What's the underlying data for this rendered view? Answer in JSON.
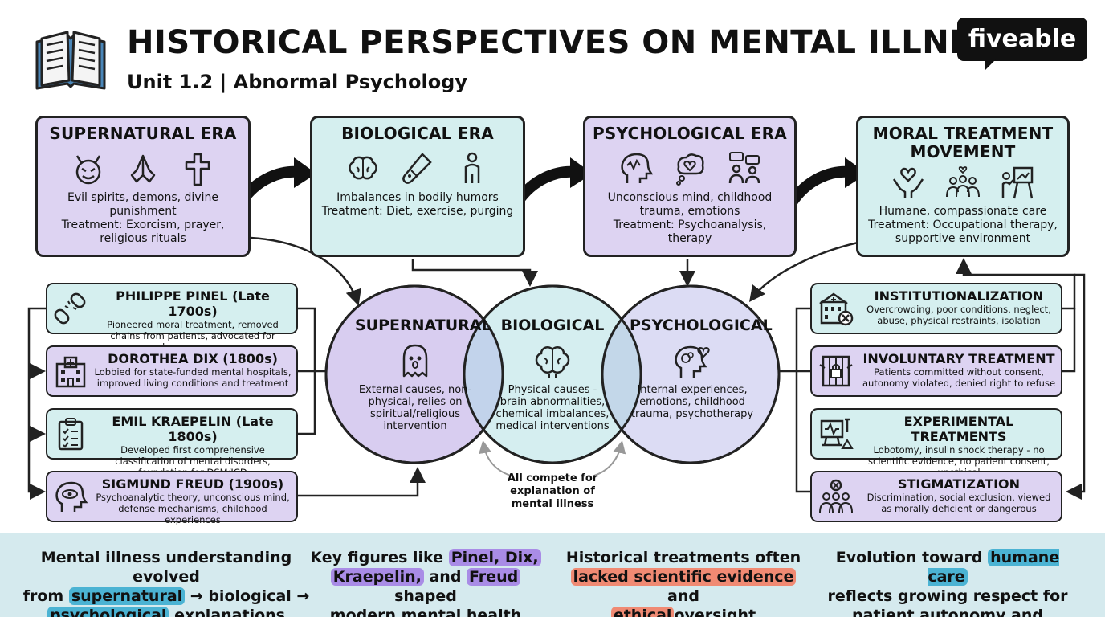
{
  "header": {
    "title": "HISTORICAL PERSPECTIVES ON MENTAL ILLNESS",
    "subtitle": "Unit 1.2 | Abnormal Psychology",
    "logo": "fiveable"
  },
  "eras": [
    {
      "title": "SUPERNATURAL ERA",
      "text": "Evil spirits, demons, divine punishment",
      "treatment": "Treatment: Exorcism, prayer, religious rituals",
      "icons": [
        "devil-icon",
        "praying-hands-icon",
        "cross-icon"
      ]
    },
    {
      "title": "BIOLOGICAL ERA",
      "text": "Imbalances in bodily humors",
      "treatment": "Treatment: Diet, exercise, purging",
      "icons": [
        "brain-icon",
        "test-tube-icon",
        "person-icon"
      ]
    },
    {
      "title": "PSYCHOLOGICAL ERA",
      "text": "Unconscious mind, childhood trauma, emotions",
      "treatment": "Treatment: Psychoanalysis, therapy",
      "icons": [
        "head-mind-icon",
        "thought-heart-icon",
        "therapy-people-icon"
      ]
    },
    {
      "title_line1": "MORAL TREATMENT",
      "title_line2": "MOVEMENT",
      "text": "Humane, compassionate care",
      "treatment": "Treatment: Occupational therapy, supportive environment",
      "icons": [
        "hands-heart-icon",
        "group-care-icon",
        "easel-icon"
      ]
    }
  ],
  "figures": [
    {
      "name": "PHILIPPE PINEL (Late 1700s)",
      "desc": "Pioneered moral treatment, removed chains from patients, advocated for humane care",
      "icon": "broken-chain-icon"
    },
    {
      "name": "DOROTHEA DIX (1800s)",
      "desc": "Lobbied for state-funded mental hospitals, improved living conditions and treatment",
      "icon": "hospital-icon"
    },
    {
      "name": "EMIL KRAEPELIN (Late 1800s)",
      "desc": "Developed first comprehensive classification of mental disorders, foundation for DSM/ICD",
      "icon": "clipboard-icon"
    },
    {
      "name": "SIGMUND FREUD (1900s)",
      "desc": "Psychoanalytic theory, unconscious mind, defense mechanisms, childhood experiences",
      "icon": "head-eye-icon"
    }
  ],
  "venn": {
    "supernatural": {
      "title": "SUPERNATURAL",
      "text": "External causes, non-physical, relies on spiritual/religious intervention",
      "icon": "ghost-icon"
    },
    "biological": {
      "title": "BIOLOGICAL",
      "text": "Physical causes - brain abnormalities, chemical imbalances, medical interventions",
      "icon": "brain-icon"
    },
    "psychological": {
      "title": "PSYCHOLOGICAL",
      "text": "Internal experiences, emotions, childhood trauma, psychotherapy",
      "icon": "head-heart-icon"
    },
    "compete": "All compete for explanation of mental illness"
  },
  "issues": [
    {
      "title": "INSTITUTIONALIZATION",
      "desc": "Overcrowding, poor conditions, neglect, abuse, physical restraints, isolation",
      "icon": "asylum-icon"
    },
    {
      "title": "INVOLUNTARY TREATMENT",
      "desc": "Patients committed without consent, autonomy violated, denied right to refuse",
      "icon": "locked-door-icon"
    },
    {
      "title": "EXPERIMENTAL TREATMENTS",
      "desc": "Lobotomy, insulin shock therapy - no scientific evidence, no patient consent, unethical",
      "icon": "medical-monitor-icon"
    },
    {
      "title": "STIGMATIZATION",
      "desc": "Discrimination, social exclusion, viewed as morally deficient or dangerous",
      "icon": "excluded-people-icon"
    }
  ],
  "takeaways": {
    "t1": {
      "a": "Mental illness understanding evolved",
      "b": "from",
      "hl1": "supernatural",
      "c": "→ biological →",
      "hl2": "psychological",
      "d": "explanations"
    },
    "t2": {
      "a": "Key figures like",
      "hl1": "Pinel, Dix,",
      "hl2": "Kraepelin,",
      "b": "and",
      "hl3": "Freud",
      "c": "shaped",
      "d": "modern mental health practice"
    },
    "t3": {
      "a": "Historical treatments often",
      "hl1": "lacked scientific evidence",
      "b": "and",
      "hl2": "ethical",
      "c": "oversight"
    },
    "t4": {
      "a": "Evolution toward",
      "hl1": "humane care",
      "b": "reflects growing respect for",
      "c": "patient autonomy and dignity"
    }
  },
  "colors": {
    "purple": "#ddd3f2",
    "teal": "#d5efef",
    "venn_purple": "#d8cdf0",
    "venn_teal": "#d5eef0",
    "venn_lavender": "#dcdcf4",
    "highlight_blue": "#4bb3d3",
    "highlight_purple": "#a98ce6",
    "highlight_coral": "#f08a73"
  }
}
